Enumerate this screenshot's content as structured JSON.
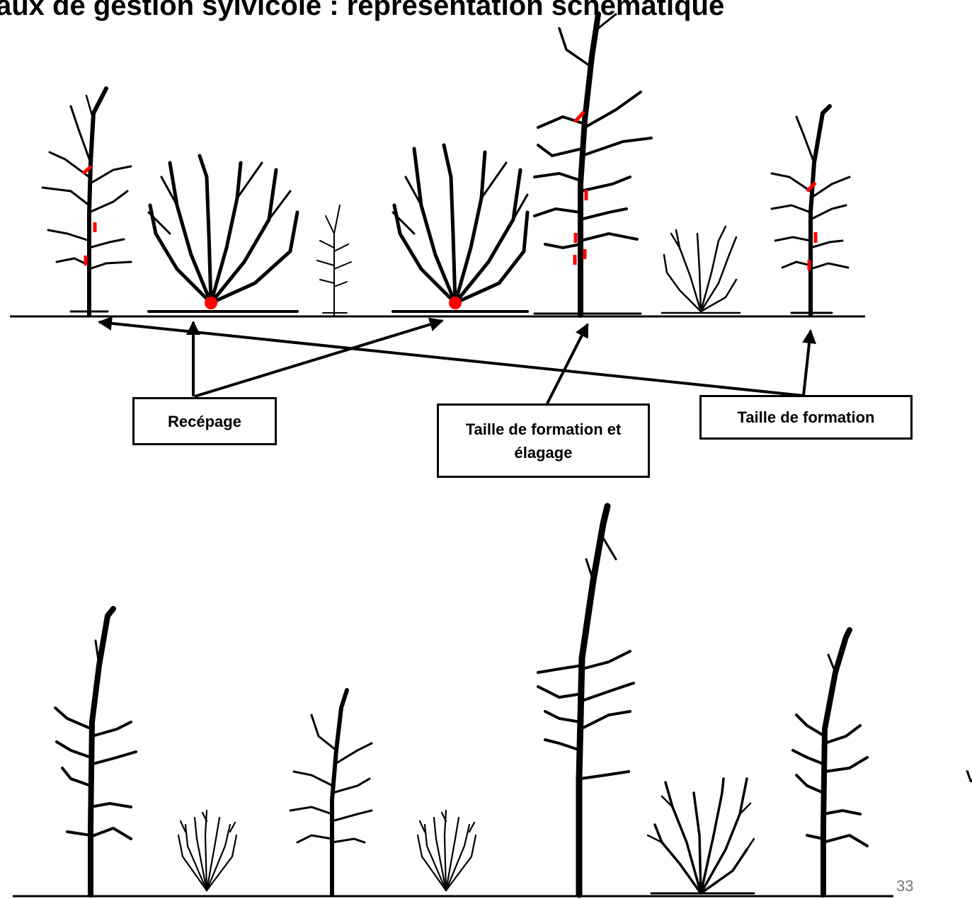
{
  "title": "aux de gestion sylvicole : représentation schématique",
  "labels": {
    "recepage": "Recépage",
    "taille_elagage": "Taille de formation et élagage",
    "taille_formation": "Taille de formation"
  },
  "page_number": "33",
  "edge_mark": "V",
  "colors": {
    "cut_mark": "#ff0000",
    "ink": "#000000"
  },
  "rows": [
    {
      "name": "before",
      "trees": [
        "single-stem",
        "coppice-bush",
        "young-sapling",
        "coppice-bush",
        "tall-single-stem",
        "small-shrub",
        "single-stem"
      ]
    },
    {
      "name": "after",
      "trees": [
        "single-stem-pruned",
        "coppice-regrowth",
        "single-stem",
        "coppice-regrowth",
        "tall-single-stem-pruned",
        "branched-bush",
        "single-stem-pruned"
      ]
    }
  ]
}
